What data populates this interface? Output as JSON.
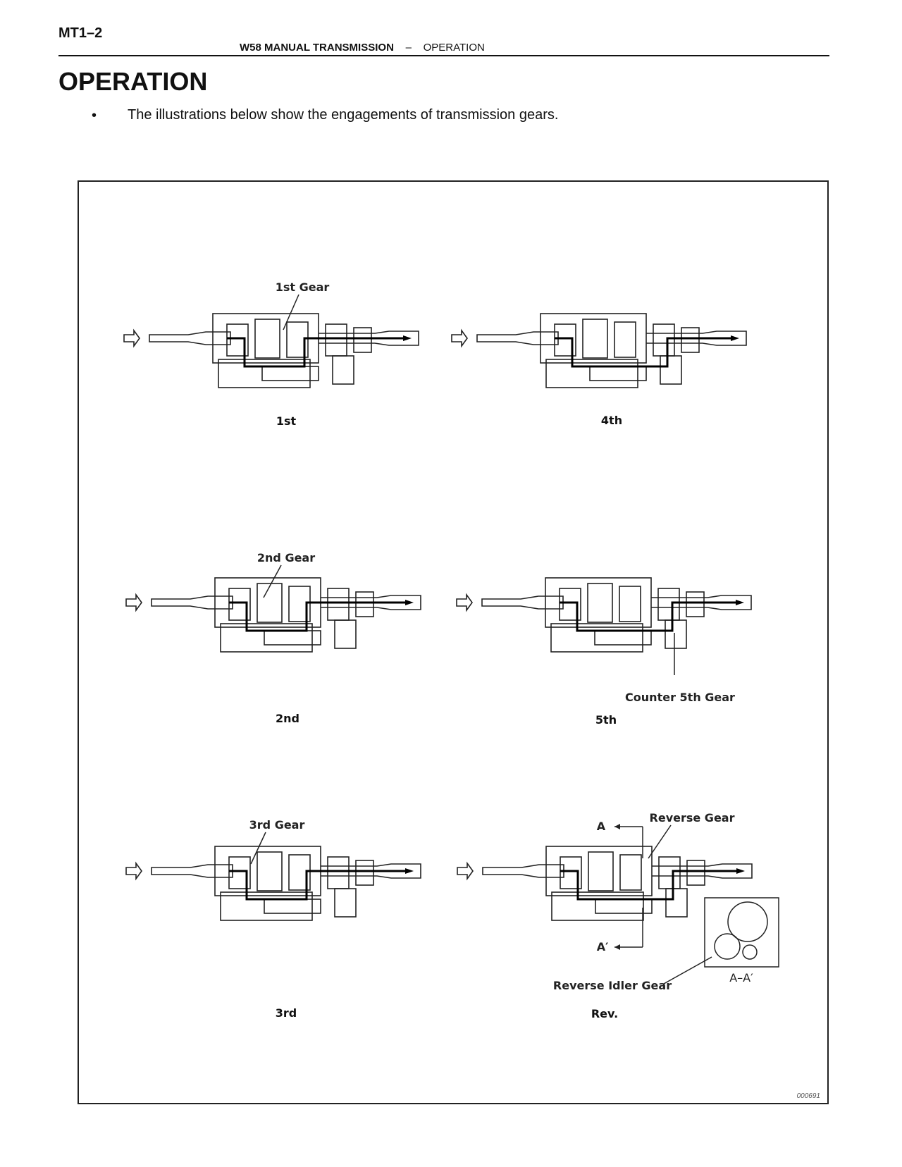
{
  "header": {
    "page_number": "MT1–2",
    "section": "W58 MANUAL TRANSMISSION",
    "separator": "–",
    "subsection": "OPERATION"
  },
  "title": "OPERATION",
  "intro": {
    "bullet": "•",
    "text": "The illustrations below show the engagements of transmission gears."
  },
  "figure": {
    "code": "000691",
    "panels": [
      {
        "id": "1st",
        "caption": "1st",
        "callouts": [
          "1st Gear"
        ]
      },
      {
        "id": "4th",
        "caption": "4th",
        "callouts": []
      },
      {
        "id": "2nd",
        "caption": "2nd",
        "callouts": [
          "2nd Gear"
        ]
      },
      {
        "id": "5th",
        "caption": "5th",
        "callouts": [
          "Counter 5th Gear"
        ]
      },
      {
        "id": "3rd",
        "caption": "3rd",
        "callouts": [
          "3rd Gear"
        ]
      },
      {
        "id": "rev",
        "caption": "Rev.",
        "callouts": [
          "Reverse Gear",
          "A",
          "A′",
          "Reverse Idler Gear",
          "A–A′"
        ]
      }
    ]
  }
}
